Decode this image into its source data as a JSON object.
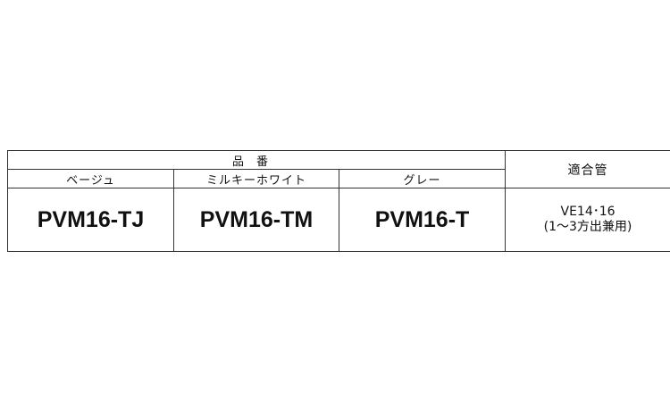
{
  "table": {
    "header_group": "品番",
    "header_fit": "適合管",
    "colors": [
      {
        "label": "ベージュ",
        "code": "PVM16-TJ"
      },
      {
        "label": "ミルキーホワイト",
        "code": "PVM16-TM"
      },
      {
        "label": "グレー",
        "code": "PVM16-T"
      }
    ],
    "fit_pipe": {
      "line1": "VE14･16",
      "line2": "(1〜3方出兼用)"
    }
  }
}
